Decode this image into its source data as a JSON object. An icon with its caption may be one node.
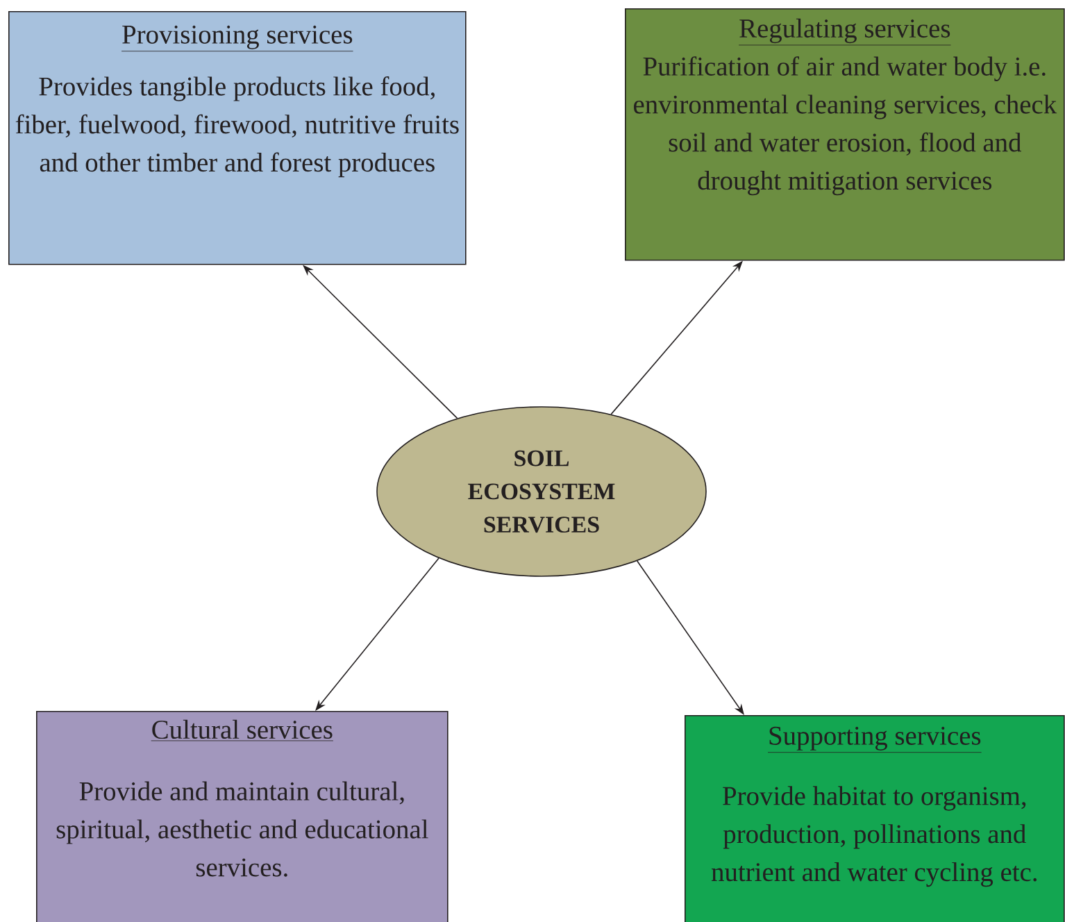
{
  "diagram": {
    "nodes": [
      {
        "text": [
          "SOIL ECOSYSTEM SERVICES"
        ]
      },
      {
        "text": [
          "Provisioning services",
          "Provides tangible products like food, fiber, fuelwood, firewood, nutritive fruits and other timber and forest produces"
        ]
      },
      {
        "text": [
          "Regulating services",
          "Purification of air and water body i.e. environmental cleaning services, check soil and water erosion, flood and drought mitigation services"
        ]
      },
      {
        "text": [
          "Cultural services",
          "Provide and maintain cultural, spiritual, aesthetic and educational services."
        ]
      },
      {
        "text": [
          "Supporting services",
          "Provide habitat to organism, production, pollinations and nutrient and water cycling etc."
        ]
      }
    ],
    "edges": [
      {
        "from": 0,
        "to": 1,
        "arrow": "to"
      },
      {
        "from": 0,
        "to": 2,
        "arrow": "to"
      },
      {
        "from": 0,
        "to": 3,
        "arrow": "to"
      },
      {
        "from": 0,
        "to": 4,
        "arrow": "to"
      }
    ]
  }
}
